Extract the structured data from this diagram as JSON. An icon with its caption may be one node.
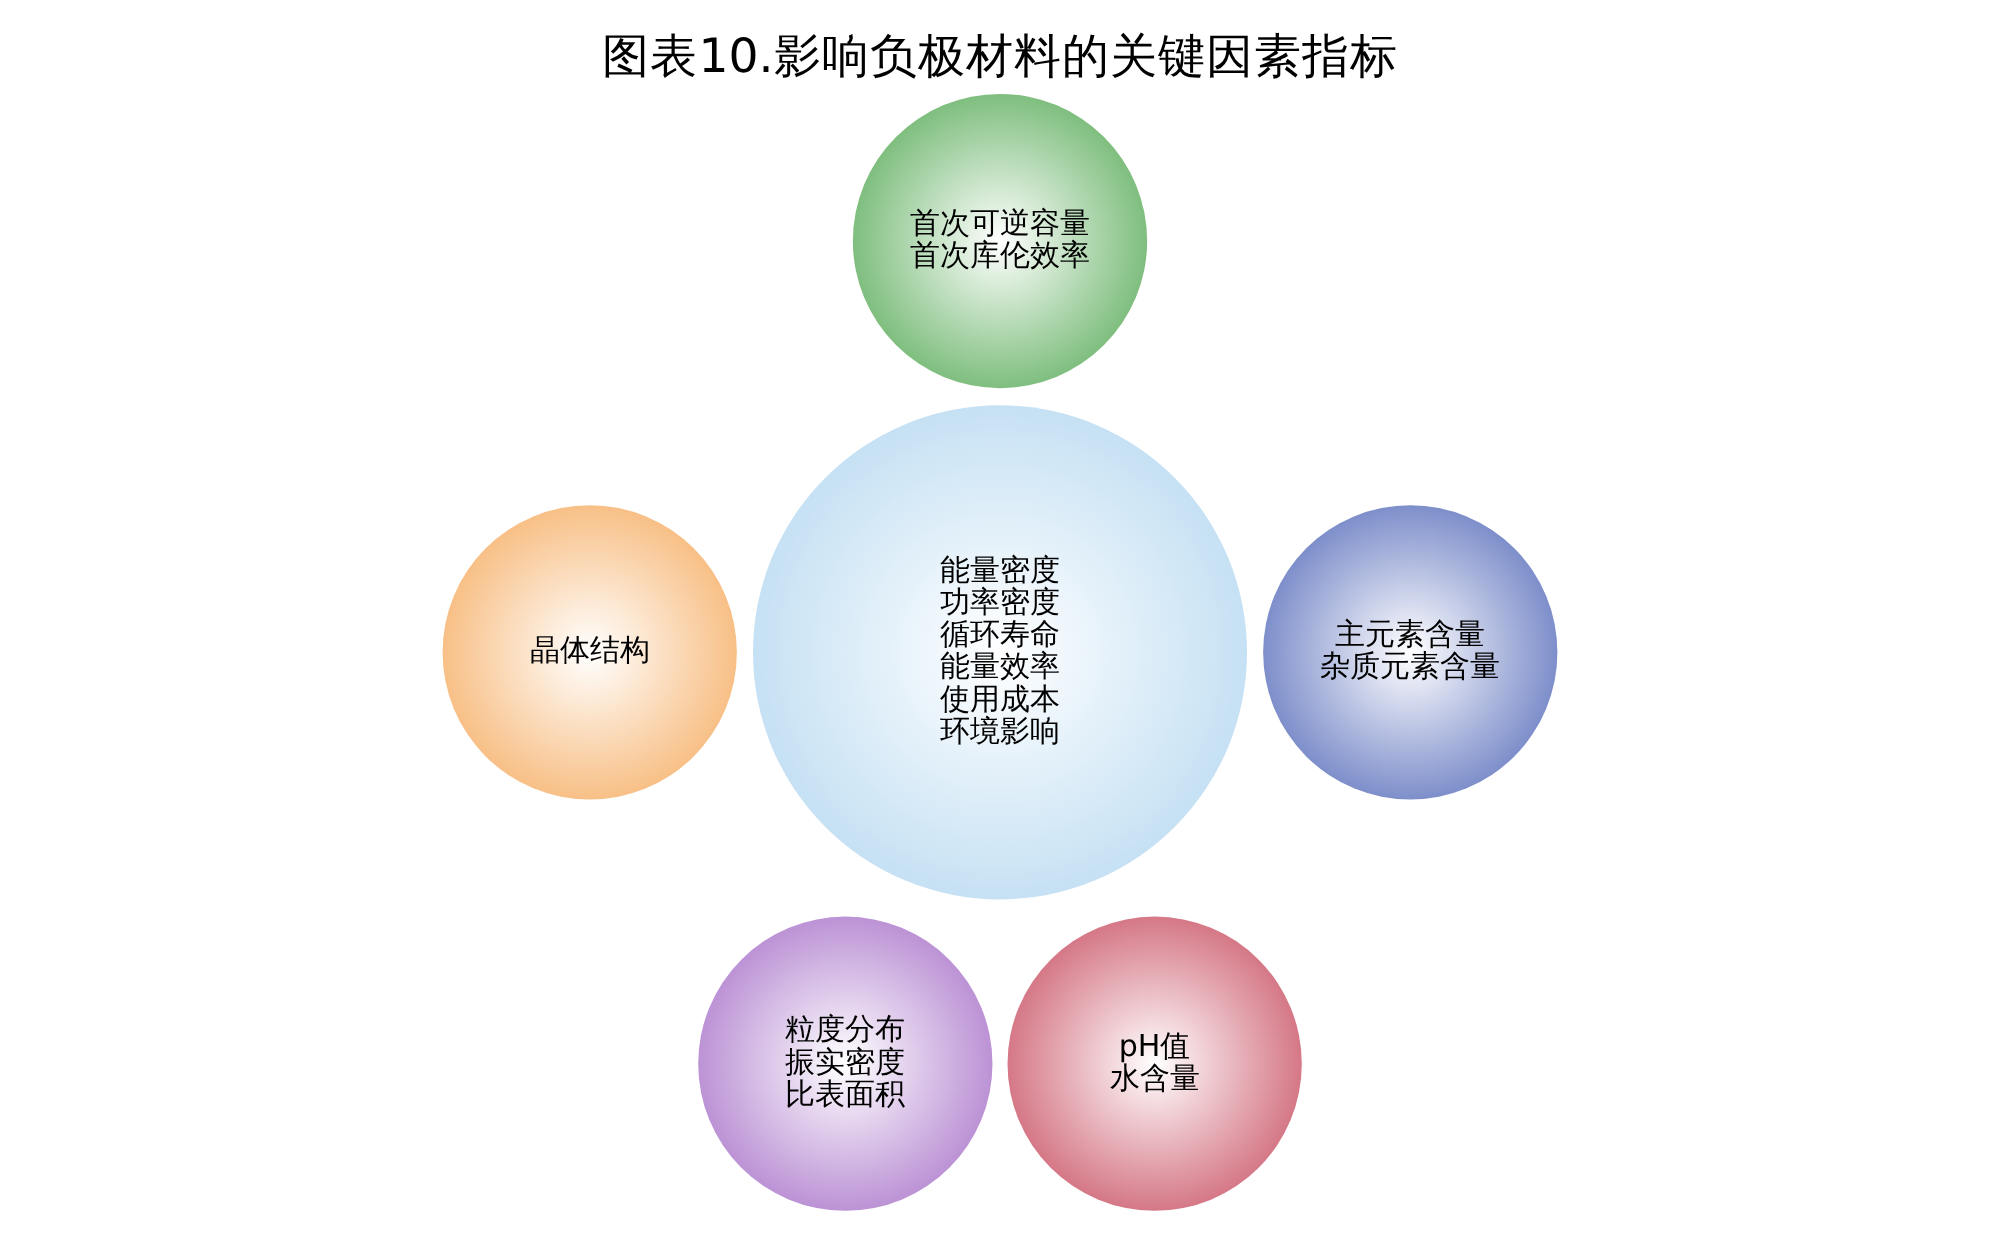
{
  "diagram": {
    "title": "图表10.影响负极材料的关键因素指标",
    "nodes": [
      {
        "text": [
          "首次可逆容量",
          "首次库伦效率"
        ]
      },
      {
        "text": [
          "晶体结构"
        ]
      },
      {
        "text": [
          "能量密度",
          "功率密度",
          "循环寿命",
          "能量效率",
          "使用成本",
          "环境影响"
        ]
      },
      {
        "text": [
          "主元素含量",
          "杂质元素含量"
        ]
      },
      {
        "text": [
          "粒度分布",
          "振实密度",
          "比表面积"
        ]
      },
      {
        "text": [
          "pH值",
          "水含量"
        ]
      }
    ],
    "edges": []
  }
}
